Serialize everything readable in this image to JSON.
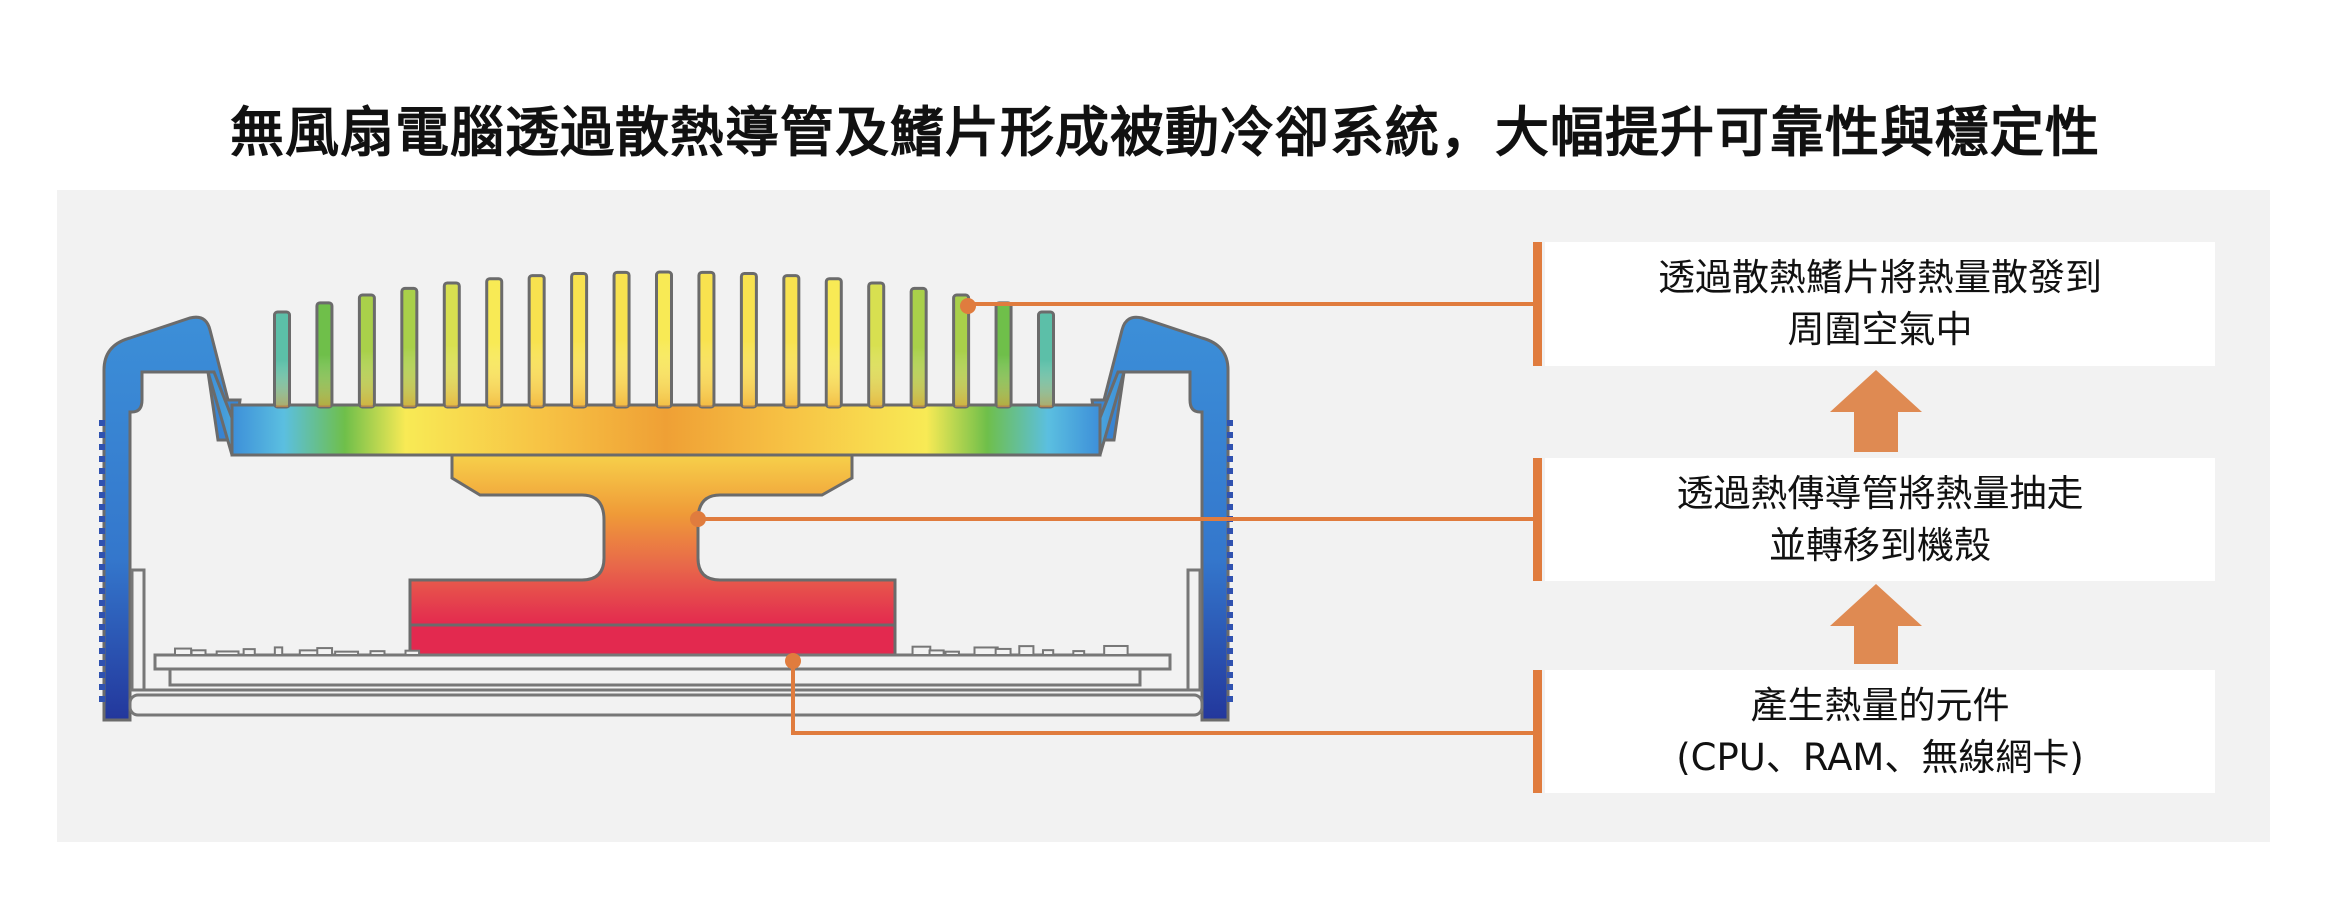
{
  "title": "無風扇電腦透過散熱導管及鰭片形成被動冷卻系統，大幅提升可靠性與穩定性",
  "colors": {
    "accent": "#e07c3e",
    "arrow": "#df8a52",
    "panel_bg": "#f2f2f2",
    "outline": "#6b6b6b",
    "heat_hot": "#e3294f",
    "heat_warm": "#ef8a32",
    "heat_mid": "#f8ea55",
    "heat_cool": "#6fbf4a",
    "heat_cold": "#3c8fd8",
    "heat_coldest": "#2a3fa8"
  },
  "steps": [
    {
      "id": "fins",
      "line1": "透過散熱鰭片將熱量散發到",
      "line2": "周圍空氣中"
    },
    {
      "id": "heatpipe",
      "line1": "透過熱傳導管將熱量抽走",
      "line2": "並轉移到機殼"
    },
    {
      "id": "components",
      "line1": "產生熱量的元件",
      "line2": "(CPU、RAM、無線網卡)"
    }
  ],
  "flow": [
    "components",
    "heatpipe",
    "fins"
  ],
  "icons": {
    "arrow": "arrow-up-icon"
  }
}
